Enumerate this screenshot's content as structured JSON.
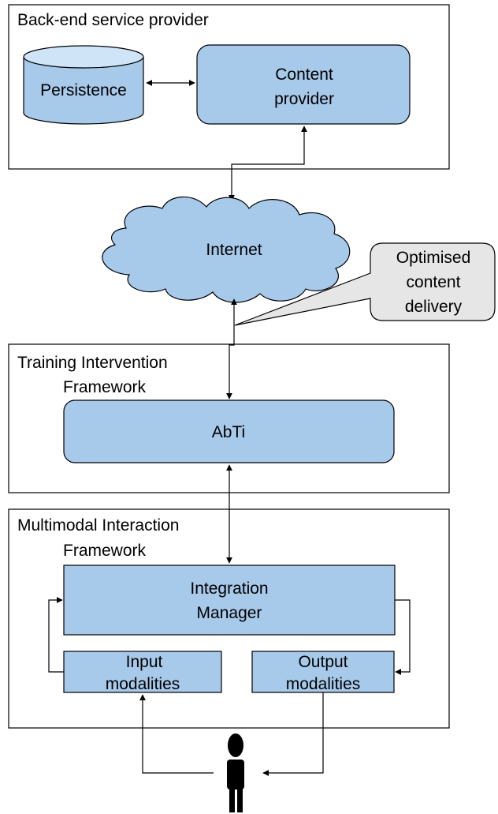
{
  "colors": {
    "node_fill": "#a7c9ea",
    "node_stroke": "#000000",
    "cylinder_top": "#cfe5f7",
    "callout_fill": "#e6e6e6",
    "person": "#000000"
  },
  "groups": {
    "backend": {
      "title": "Back-end service provider"
    },
    "training": {
      "title_line1": "Training Intervention",
      "title_line2": "Framework"
    },
    "multimodal": {
      "title_line1": "Multimodal Interaction",
      "title_line2": "Framework"
    }
  },
  "nodes": {
    "persistence": {
      "label": "Persistence",
      "shape": "cylinder"
    },
    "content_provider": {
      "label_line1": "Content",
      "label_line2": "provider"
    },
    "internet": {
      "label": "Internet",
      "shape": "cloud"
    },
    "abti": {
      "label": "AbTi"
    },
    "integration_manager": {
      "label_line1": "Integration",
      "label_line2": "Manager"
    },
    "input_modalities": {
      "label_line1": "Input",
      "label_line2": "modalities"
    },
    "output_modalities": {
      "label_line1": "Output",
      "label_line2": "modalities"
    },
    "user": {
      "icon": "person-icon"
    }
  },
  "callout": {
    "line1": "Optimised",
    "line2": "content",
    "line3": "delivery"
  }
}
